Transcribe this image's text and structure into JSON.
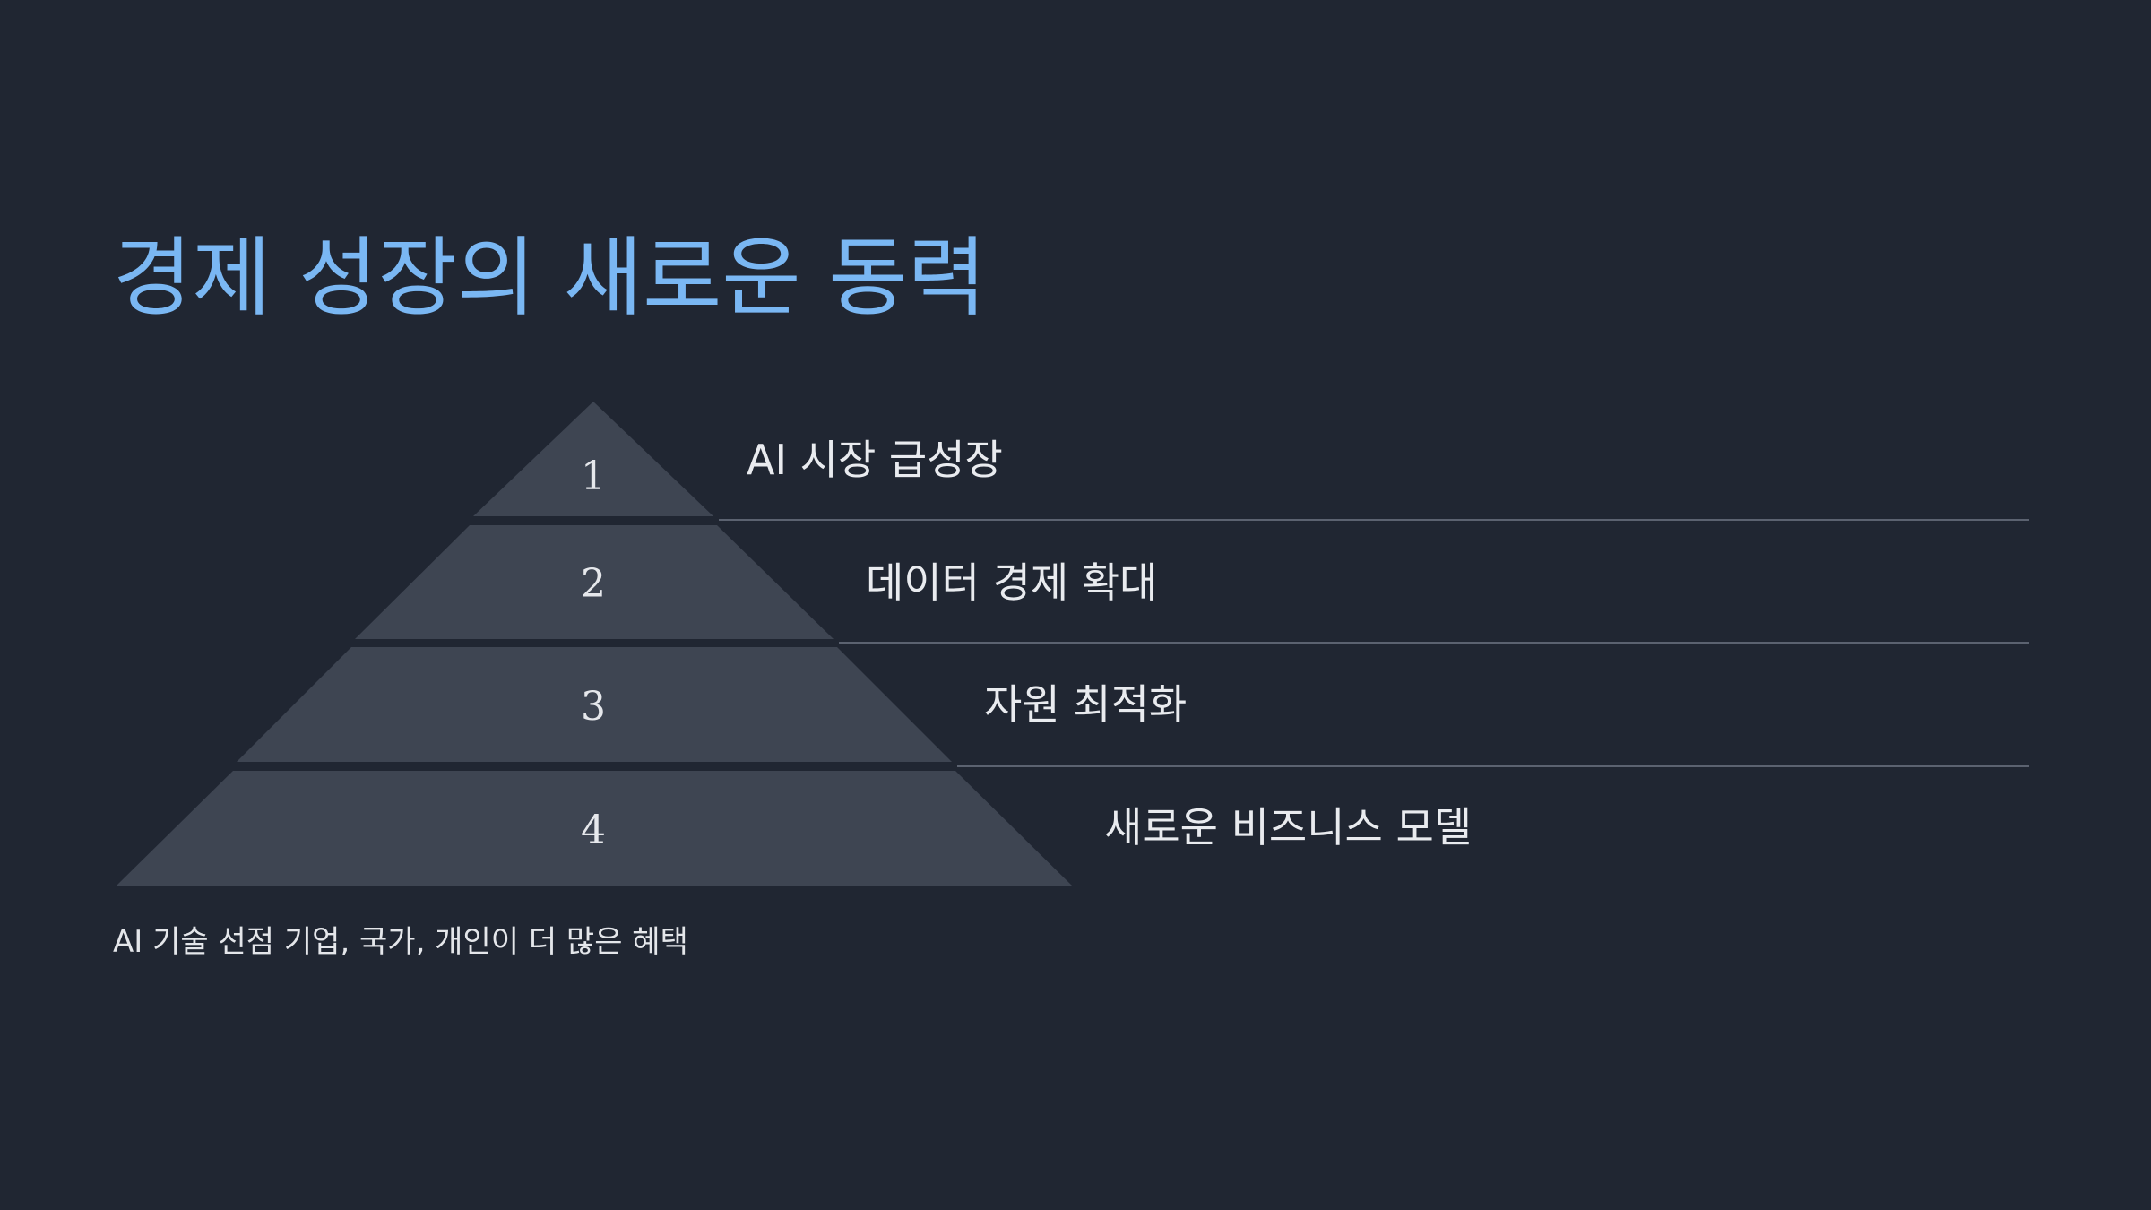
{
  "title": "경제 성장의 새로운 동력",
  "pyramid": {
    "tiers": [
      {
        "number": "1",
        "label": "AI 시장 급성장"
      },
      {
        "number": "2",
        "label": "데이터 경제 확대"
      },
      {
        "number": "3",
        "label": "자원 최적화"
      },
      {
        "number": "4",
        "label": "새로운 비즈니스 모델"
      }
    ]
  },
  "footer": "AI 기술 선점 기업, 국가, 개인이 더 많은 혜택",
  "colors": {
    "background": "#202632",
    "title": "#7AB7F3",
    "tier_fill": "#3E4552",
    "divider": "#5B6270",
    "text": "#E9EBEF"
  }
}
